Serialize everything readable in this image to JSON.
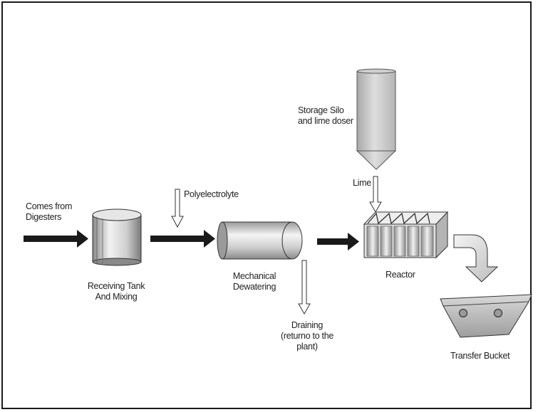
{
  "labels": {
    "comes_from": "Comes from\nDigesters",
    "receiving": "Receiving Tank\nAnd Mixing",
    "polyelectrolyte": "Polyelectrolyte",
    "mechanical": "Mechanical\nDewatering",
    "draining": "Draining\n(returno to the\nplant)",
    "silo": "Storage Silo\nand lime doser",
    "lime": "Lime",
    "reactor": "Reactor",
    "bucket": "Transfer Bucket"
  },
  "colors": {
    "line": "#333333",
    "arrow": "#1a1a1a"
  }
}
